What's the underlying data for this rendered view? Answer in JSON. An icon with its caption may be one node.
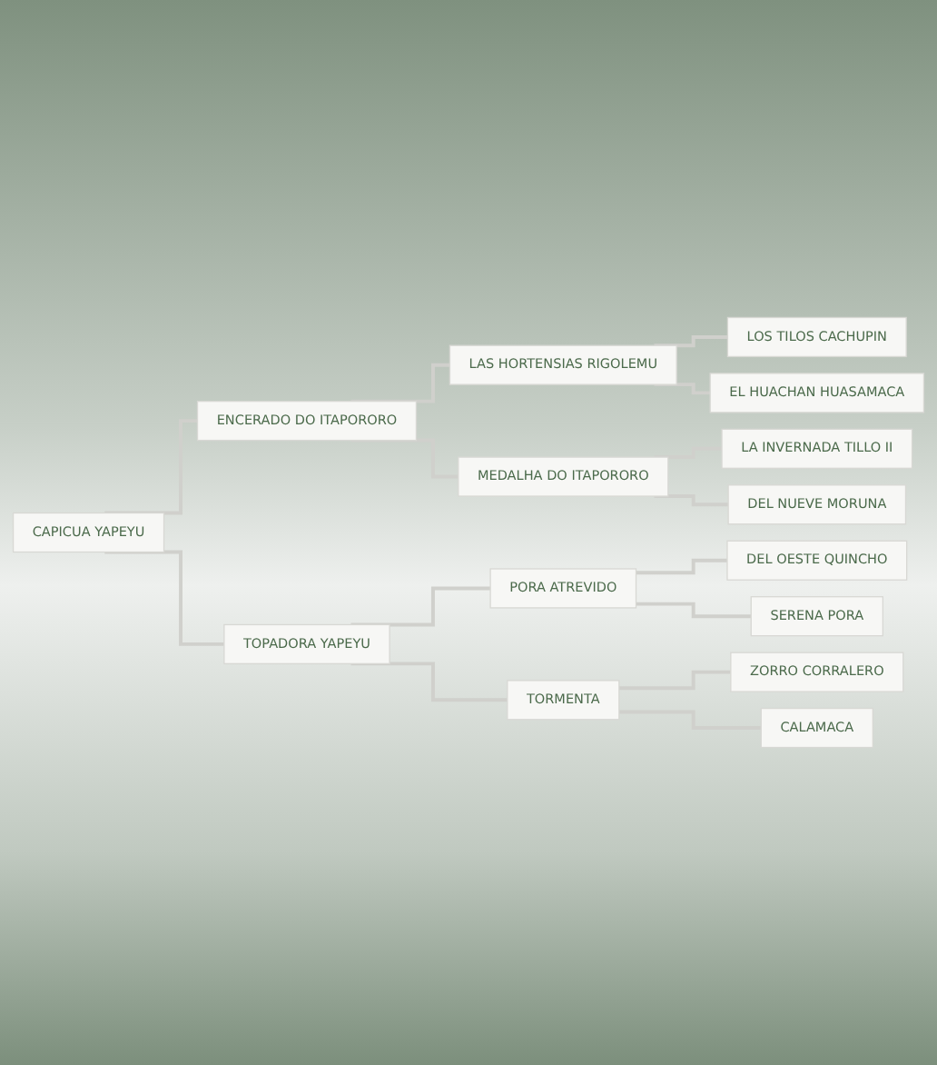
{
  "diagram": {
    "nodes": [
      {
        "text": [
          "CAPICUA YAPEYU"
        ]
      },
      {
        "text": [
          "ENCERADO DO ITAPORORO"
        ]
      },
      {
        "text": [
          "TOPADORA YAPEYU"
        ]
      },
      {
        "text": [
          "LAS HORTENSIAS RIGOLEMU"
        ]
      },
      {
        "text": [
          "MEDALHA DO ITAPORORO"
        ]
      },
      {
        "text": [
          "PORA ATREVIDO"
        ]
      },
      {
        "text": [
          "TORMENTA"
        ]
      },
      {
        "text": [
          "LOS TILOS CACHUPIN"
        ]
      },
      {
        "text": [
          "EL HUACHAN HUASAMACA"
        ]
      },
      {
        "text": [
          "LA INVERNADA TILLO II"
        ]
      },
      {
        "text": [
          "DEL NUEVE MORUNA"
        ]
      },
      {
        "text": [
          "DEL OESTE QUINCHO"
        ]
      },
      {
        "text": [
          "SERENA PORA"
        ]
      },
      {
        "text": [
          "ZORRO CORRALERO"
        ]
      },
      {
        "text": [
          "CALAMACA"
        ]
      }
    ],
    "edges": [
      {
        "from": 0,
        "to": 1,
        "arrow": "none"
      },
      {
        "from": 0,
        "to": 2,
        "arrow": "none"
      },
      {
        "from": 1,
        "to": 3,
        "arrow": "none"
      },
      {
        "from": 1,
        "to": 4,
        "arrow": "none"
      },
      {
        "from": 2,
        "to": 5,
        "arrow": "none"
      },
      {
        "from": 2,
        "to": 6,
        "arrow": "none"
      },
      {
        "from": 3,
        "to": 7,
        "arrow": "none"
      },
      {
        "from": 3,
        "to": 8,
        "arrow": "none"
      },
      {
        "from": 4,
        "to": 9,
        "arrow": "none"
      },
      {
        "from": 4,
        "to": 10,
        "arrow": "none"
      },
      {
        "from": 5,
        "to": 11,
        "arrow": "none"
      },
      {
        "from": 5,
        "to": 12,
        "arrow": "none"
      },
      {
        "from": 6,
        "to": 13,
        "arrow": "none"
      },
      {
        "from": 6,
        "to": 14,
        "arrow": "none"
      }
    ]
  }
}
